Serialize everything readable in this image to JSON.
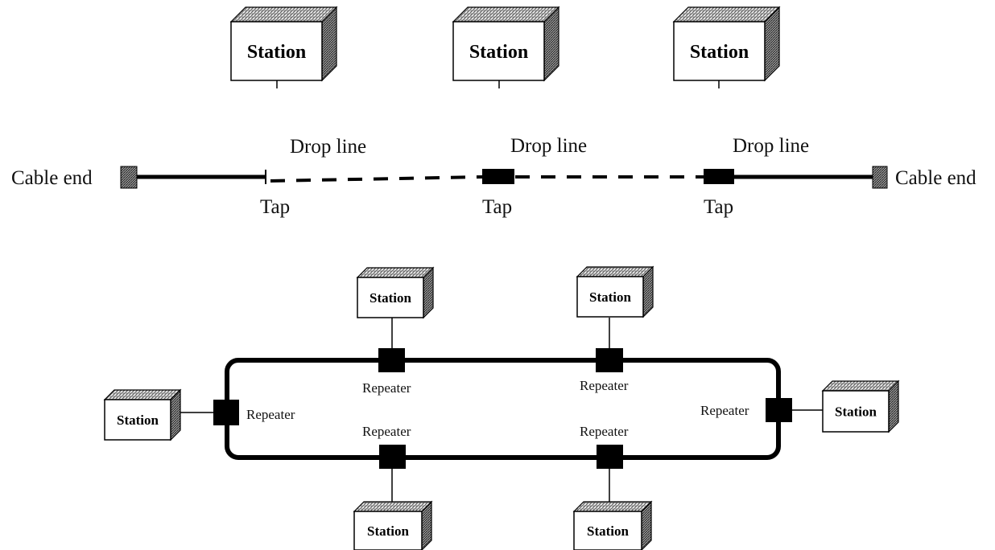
{
  "bus": {
    "stations": [
      {
        "label": "Station"
      },
      {
        "label": "Station"
      },
      {
        "label": "Station"
      }
    ],
    "drop_lines": [
      {
        "label": "Drop line"
      },
      {
        "label": "Drop line"
      },
      {
        "label": "Drop line"
      }
    ],
    "taps": [
      {
        "label": "Tap"
      },
      {
        "label": "Tap"
      },
      {
        "label": "Tap"
      }
    ],
    "cable_ends": [
      {
        "label": "Cable end"
      },
      {
        "label": "Cable end"
      }
    ]
  },
  "ring": {
    "stations": [
      {
        "label": "Station"
      },
      {
        "label": "Station"
      },
      {
        "label": "Station"
      },
      {
        "label": "Station"
      },
      {
        "label": "Station"
      },
      {
        "label": "Station"
      }
    ],
    "repeaters": [
      {
        "label": "Repeater"
      },
      {
        "label": "Repeater"
      },
      {
        "label": "Repeater"
      },
      {
        "label": "Repeater"
      },
      {
        "label": "Repeater"
      },
      {
        "label": "Repeater"
      }
    ]
  }
}
